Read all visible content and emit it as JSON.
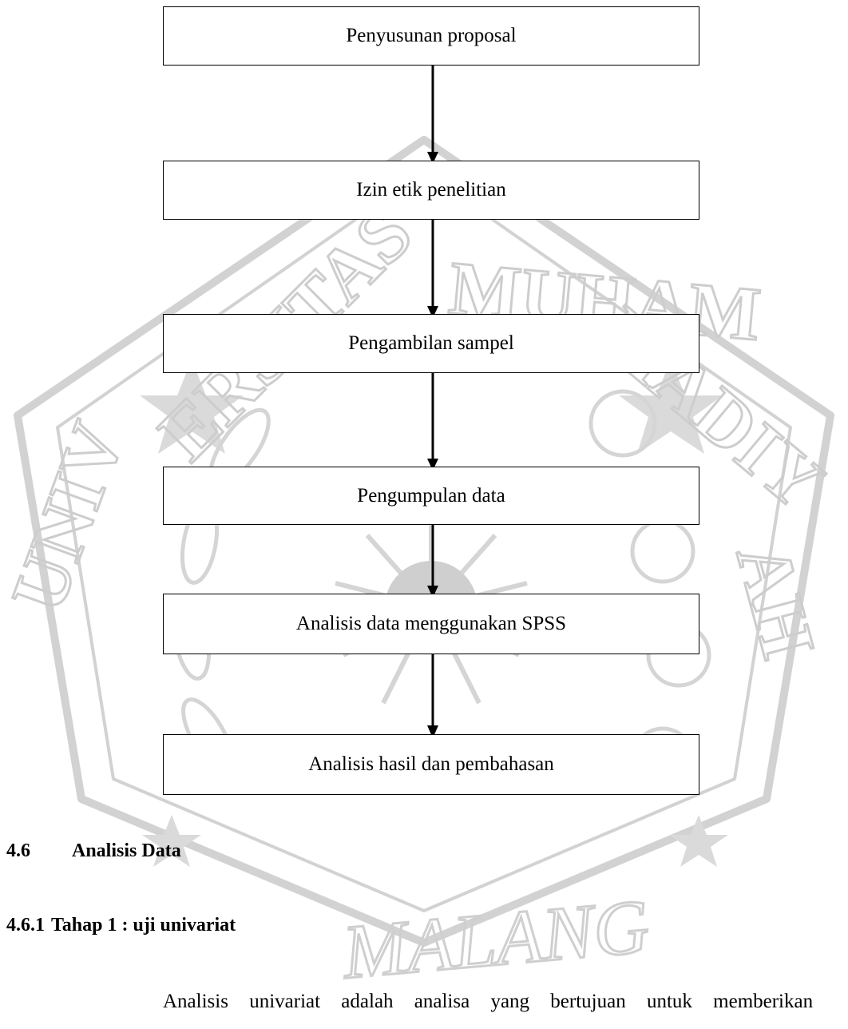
{
  "flowchart": {
    "steps": [
      "Penyusunan proposal",
      "Izin etik penelitian",
      "Pengambilan sampel",
      "Pengumpulan data",
      "Analisis data menggunakan SPSS",
      "Analisis hasil dan pembahasan"
    ]
  },
  "section": {
    "number": "4.6",
    "title": "Analisis Data"
  },
  "subsection": {
    "number": "4.6.1",
    "title": "Tahap 1 : uji univariat"
  },
  "paragraph": {
    "text": "Analisis univariat adalah analisa yang bertujuan untuk memberikan"
  },
  "watermark": {
    "top_text": "UNIVERSITAS MUHAMMADIYAH",
    "bottom_text": "MALANG",
    "color": "#d0d0d0"
  }
}
